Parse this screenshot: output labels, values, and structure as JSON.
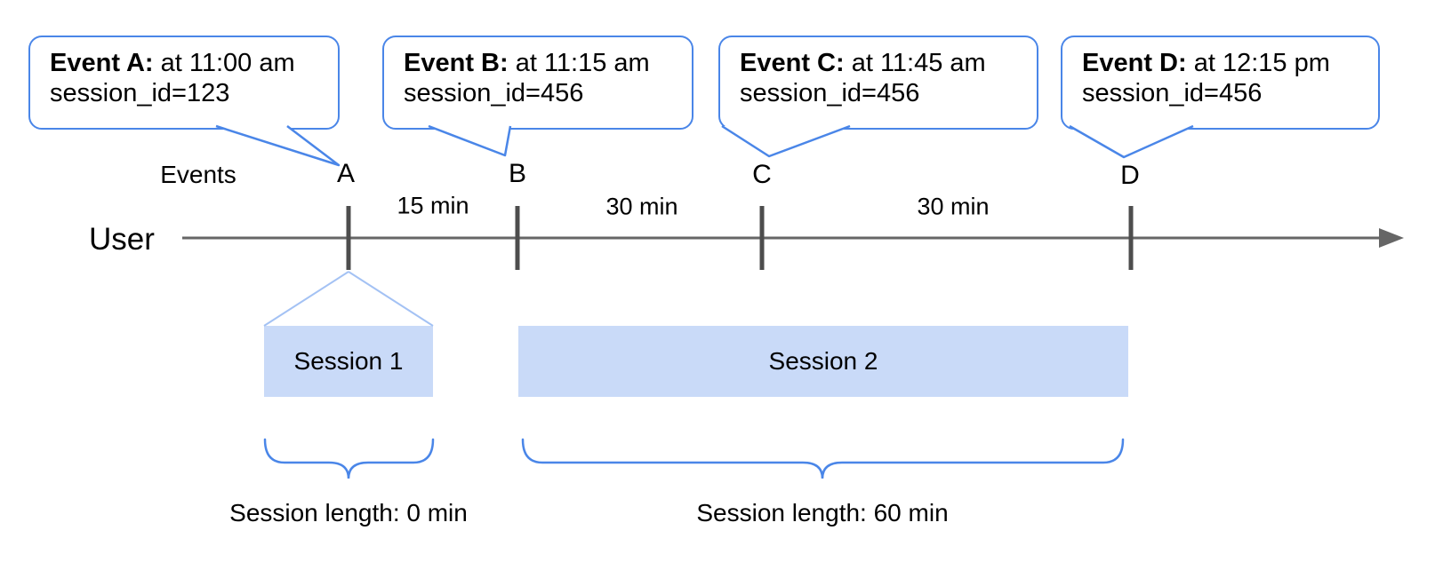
{
  "colors": {
    "accent": "#4a86e8",
    "session_fill": "#c9daf8",
    "funnel_line": "#a4c2f4",
    "timeline_gray": "#666666",
    "tick_gray": "#4d4d4d",
    "text": "#000000"
  },
  "bubbles": [
    {
      "title": "Event A:",
      "time": "at 11:00 am",
      "session_id": "session_id=123"
    },
    {
      "title": "Event B:",
      "time": "at 11:15 am",
      "session_id": "session_id=456"
    },
    {
      "title": "Event C:",
      "time": "at 11:45 am",
      "session_id": "session_id=456"
    },
    {
      "title": "Event D:",
      "time": "at 12:15 pm",
      "session_id": "session_id=456"
    }
  ],
  "timeline": {
    "axis_label": "User",
    "events_label": "Events",
    "ticks": [
      "A",
      "B",
      "C",
      "D"
    ],
    "intervals": [
      "15 min",
      "30 min",
      "30 min"
    ]
  },
  "sessions": [
    {
      "name": "Session 1",
      "length_label": "Session length: 0 min"
    },
    {
      "name": "Session 2",
      "length_label": "Session length: 60 min"
    }
  ]
}
